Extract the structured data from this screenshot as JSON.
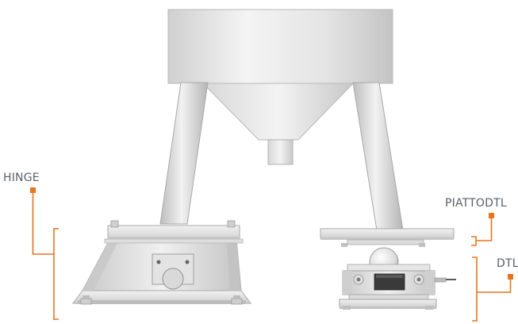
{
  "labels": {
    "hinge": "HINGE",
    "plate": "PIATTODTL",
    "dtl": "DTL"
  },
  "colors": {
    "callout": "#e8741e",
    "label_text": "#5a6068",
    "metal_light": "#efefef",
    "metal_mid": "#d3d3d3",
    "metal_dark": "#9a9a9a",
    "load_cell_block": "#3a3a3a"
  }
}
